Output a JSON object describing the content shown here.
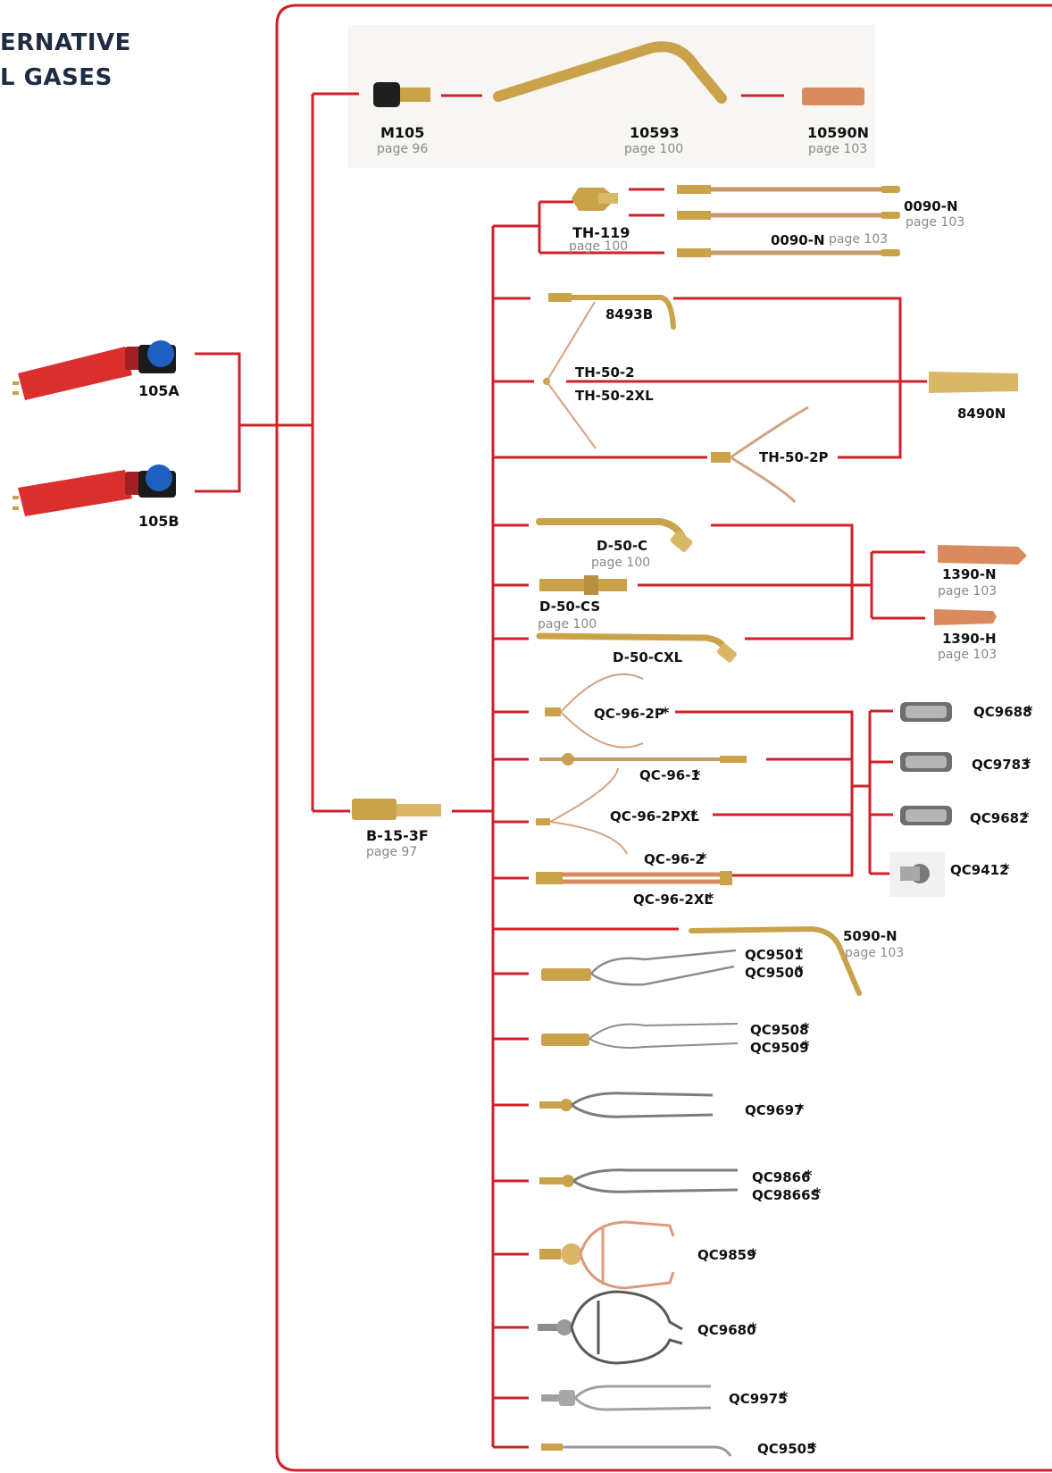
{
  "colors": {
    "accent_red": "#d0202b",
    "brass": "#c9a24a",
    "copper": "#d98b5f",
    "steel": "#9a9a9a",
    "handle_red": "#d9302f",
    "knob_blue": "#1f5fbf",
    "title_navy": "#1f2a44"
  },
  "title": {
    "line1": "ERNATIVE",
    "line2": "L GASES"
  },
  "handles": [
    {
      "code": "105A"
    },
    {
      "code": "105B"
    }
  ],
  "top_row": {
    "m105": {
      "code": "M105",
      "page": "page 96"
    },
    "ext": {
      "code": "10593",
      "page": "page 100"
    },
    "tip": {
      "code": "10590N",
      "page": "page 103"
    }
  },
  "adapter": {
    "code": "B-15-3F",
    "page": "page 97"
  },
  "th119": {
    "code": "TH-119",
    "page": "page 100"
  },
  "tips_0090": {
    "code_a": "0090-N",
    "page_a": "page 103",
    "code_b": "0090-N",
    "page_b": "page 103"
  },
  "th50": {
    "c8493b": "8493B",
    "c2": "TH-50-2",
    "c2xl": "TH-50-2XL",
    "c2p": "TH-50-2P",
    "c8490n": "8490N"
  },
  "d50": {
    "c": "D-50-C",
    "c_page": "page 100",
    "cs": "D-50-CS",
    "cs_page": "page 100",
    "cxl": "D-50-CXL"
  },
  "tips_1390": {
    "n": "1390-N",
    "n_page": "page 103",
    "h": "1390-H",
    "h_page": "page 103"
  },
  "qc96": {
    "p2": "QC-96-2P",
    "one": "QC-96-1",
    "p2xl": "QC-96-2PXL",
    "two": "QC-96-2",
    "two_xl": "QC-96-2XL"
  },
  "qc_tips": {
    "a": "QC9688",
    "b": "QC9783",
    "c": "QC9682",
    "d": "QC9412"
  },
  "tip_5090": {
    "code": "5090-N",
    "page": "page 103"
  },
  "lower_items": {
    "qc9501": "QC9501",
    "qc9500": "QC9500",
    "qc9508": "QC9508",
    "qc9509": "QC9509",
    "qc9697": "QC9697",
    "qc9866": "QC9866",
    "qc9866s": "QC9866S",
    "qc9859": "QC9859",
    "qc9680": "QC9680",
    "qc9975": "QC9975",
    "qc9505": "QC9505"
  },
  "asterisk": "*"
}
